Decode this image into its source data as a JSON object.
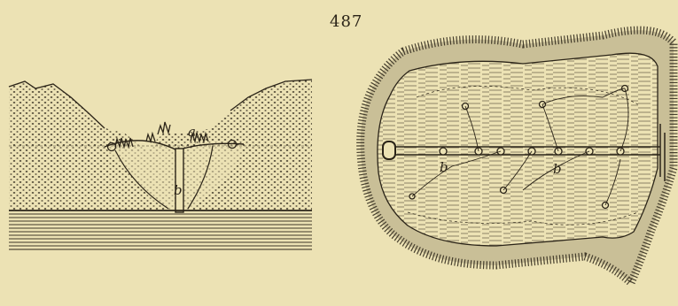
{
  "figure": {
    "number": "487",
    "section_labels": {
      "a": "a",
      "b": "b"
    },
    "plan_labels": {
      "b_left": "b",
      "b_right": "b"
    }
  },
  "colors": {
    "paper": "#ece2b4",
    "ink": "#2b2418"
  }
}
